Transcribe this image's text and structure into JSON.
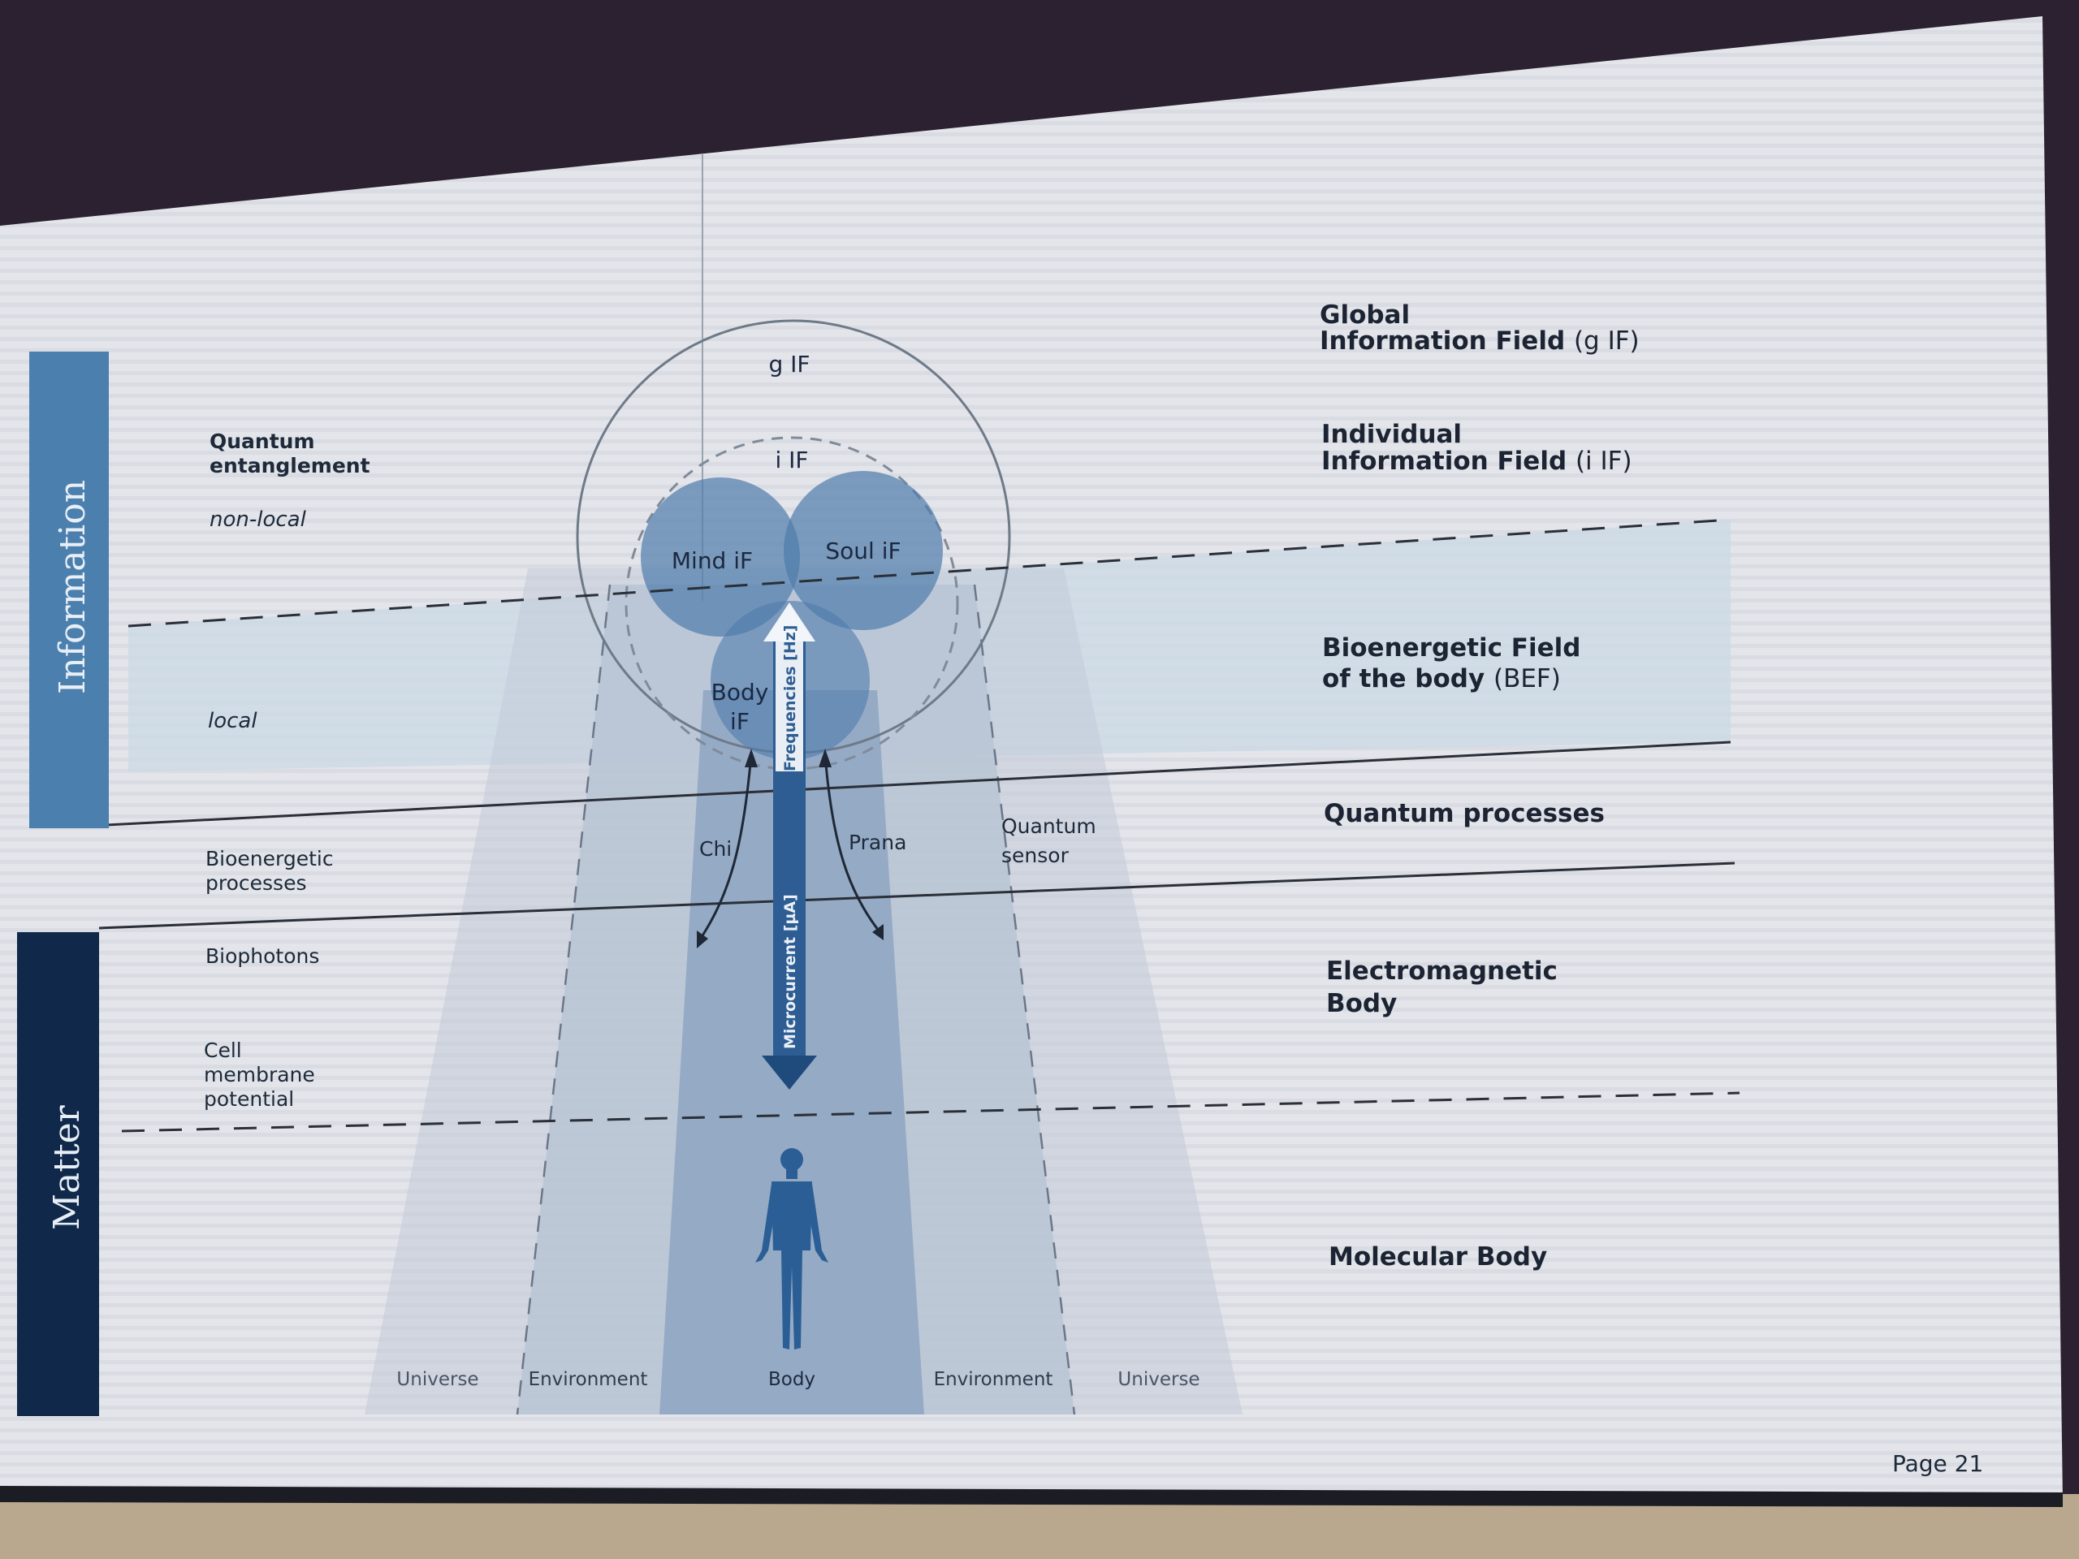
{
  "slide": {
    "page_label": "Page 21",
    "colors": {
      "information_bar": "#4a7fae",
      "matter_bar": "#10294a",
      "circle_fill": "#5b86b3",
      "arrow": "#2d5d92"
    },
    "side_bars": {
      "information": "Information",
      "matter": "Matter"
    },
    "left_labels": {
      "quantum_entanglement": [
        "Quantum",
        "entanglement"
      ],
      "non_local": "non-local",
      "local": "local",
      "bioenergetic_processes": [
        "Bioenergetic",
        "processes"
      ],
      "biophotons": "Biophotons",
      "cell_membrane_potential": [
        "Cell",
        "membrane",
        "potential"
      ]
    },
    "right_labels": {
      "global_if": {
        "line1": "Global",
        "line2": "Information Field",
        "abbr": "(g IF)"
      },
      "individual_if": {
        "line1": "Individual",
        "line2": "Information Field",
        "abbr": "(i IF)"
      },
      "bef": {
        "line1": "Bioenergetic Field",
        "line2": "of the body",
        "abbr": "(BEF)"
      },
      "quantum_processes": "Quantum processes",
      "electromagnetic_body": [
        "Electromagnetic",
        "Body"
      ],
      "molecular_body": "Molecular Body"
    },
    "diagram": {
      "g_if": "g IF",
      "i_if": "i IF",
      "mind_if": "Mind iF",
      "soul_if": "Soul iF",
      "body_if": [
        "Body",
        "iF"
      ],
      "chi": "Chi",
      "prana": "Prana",
      "quantum_sensor": [
        "Quantum",
        "sensor"
      ],
      "frequencies": "Frequencies [Hz]",
      "microcurrent": "Microcurrent [µA]"
    },
    "bottom_labels": [
      "Universe",
      "Environment",
      "Body",
      "Environment",
      "Universe"
    ]
  }
}
